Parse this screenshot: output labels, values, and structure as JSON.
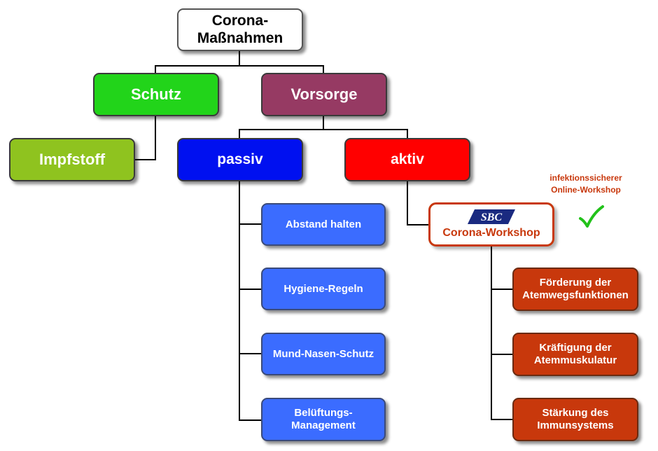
{
  "colors": {
    "green": "#22d41a",
    "purple": "#963a63",
    "lime": "#8fc31f",
    "blue": "#0010f0",
    "red": "#ff0000",
    "leaf_blue": "#3b6cff",
    "leaf_red": "#c8380c",
    "check": "#22c21a"
  },
  "root": {
    "label": "Corona-\nMaßnahmen"
  },
  "schutz": {
    "label": "Schutz"
  },
  "vorsorge": {
    "label": "Vorsorge"
  },
  "impfstoff": {
    "label": "Impfstoff"
  },
  "passiv": {
    "label": "passiv",
    "items": [
      "Abstand halten",
      "Hygiene-Regeln",
      "Mund-Nasen-Schutz",
      "Belüftungs-\nManagement"
    ]
  },
  "aktiv": {
    "label": "aktiv"
  },
  "workshop": {
    "logo_text": "SBC",
    "label": "Corona-Workshop"
  },
  "workshop_items": [
    "Förderung der\nAtemwegsfunktionen",
    "Kräftigung der\nAtemmuskulatur",
    "Stärkung des\nImmunsystems"
  ],
  "note": {
    "text": "infektionssicherer\nOnline-Workshop",
    "icon": "checkmark-icon"
  }
}
